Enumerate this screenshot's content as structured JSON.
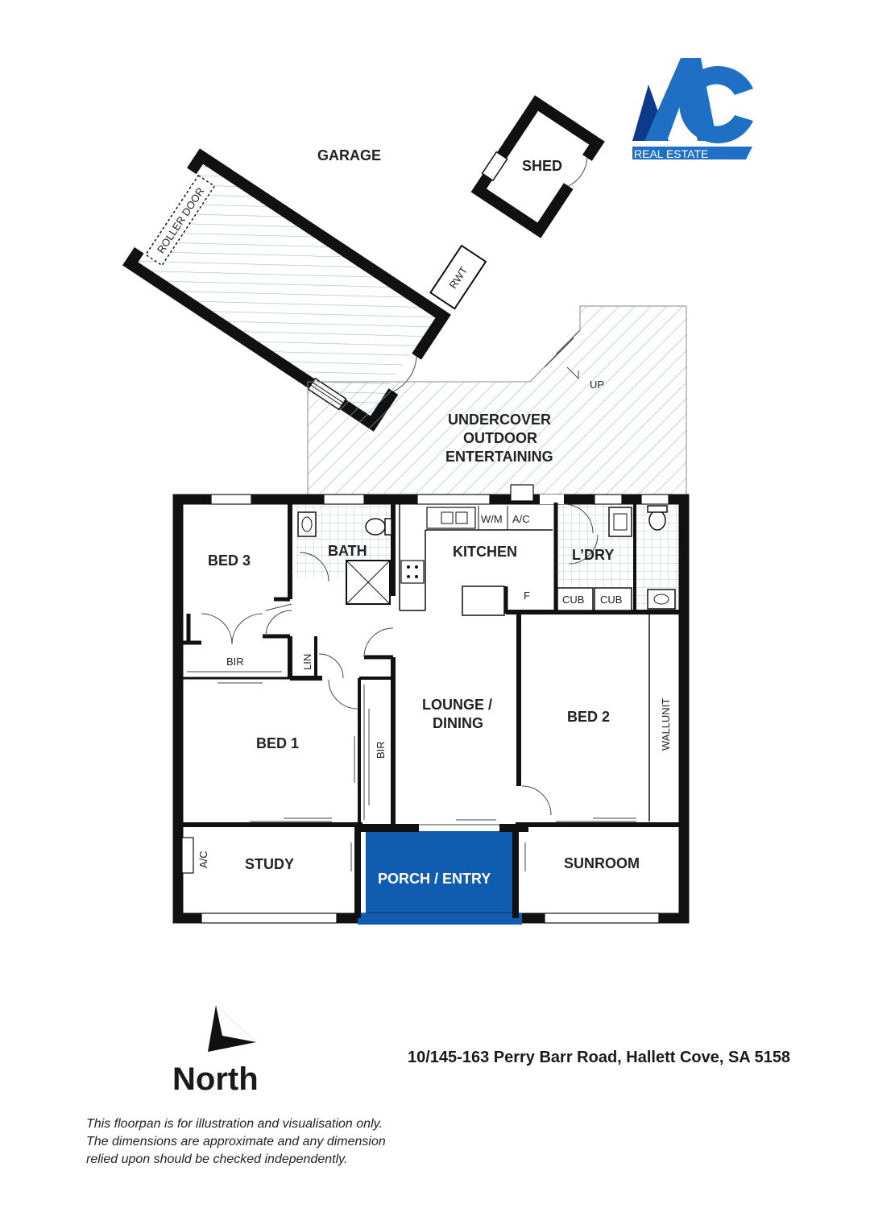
{
  "rooms": {
    "garage": "GARAGE",
    "roller_door": "ROLLER DOOR",
    "shed": "SHED",
    "rwt": "RWT",
    "outdoor_line1": "UNDERCOVER",
    "outdoor_line2": "OUTDOOR",
    "outdoor_line3": "ENTERTAINING",
    "up": "UP",
    "bed3": "BED 3",
    "bath": "BATH",
    "kitchen": "KITCHEN",
    "wm": "W/M",
    "ac_kitchen": "A/C",
    "fridge": "F",
    "laundry": "L’DRY",
    "cub1": "CUB",
    "cub2": "CUB",
    "bir_bed3": "BIR",
    "lin": "LIN",
    "bed1": "BED 1",
    "bir_bed1": "BIR",
    "lounge_line1": "LOUNGE /",
    "lounge_line2": "DINING",
    "bed2": "BED 2",
    "wallunit": "WALLUNIT",
    "study": "STUDY",
    "ac_study": "A/C",
    "porch": "PORCH / ENTRY",
    "sunroom": "SUNROOM"
  },
  "logo": {
    "text": "REAL ESTATE",
    "color": "#1f6fc5",
    "dark": "#0d3a8a"
  },
  "colors": {
    "porch": "#0f5cb0",
    "hatch": "#8fb0c8",
    "tile": "#9ec7dc"
  },
  "north": {
    "label": "North",
    "icon": "north-arrow-icon"
  },
  "address": "10/145-163 Perry Barr Road, Hallett Cove, SA 5158",
  "disclaimer": "This floorpan is for illustration and visualisation only. The dimensions are approximate and any dimension relied upon should be checked independently."
}
